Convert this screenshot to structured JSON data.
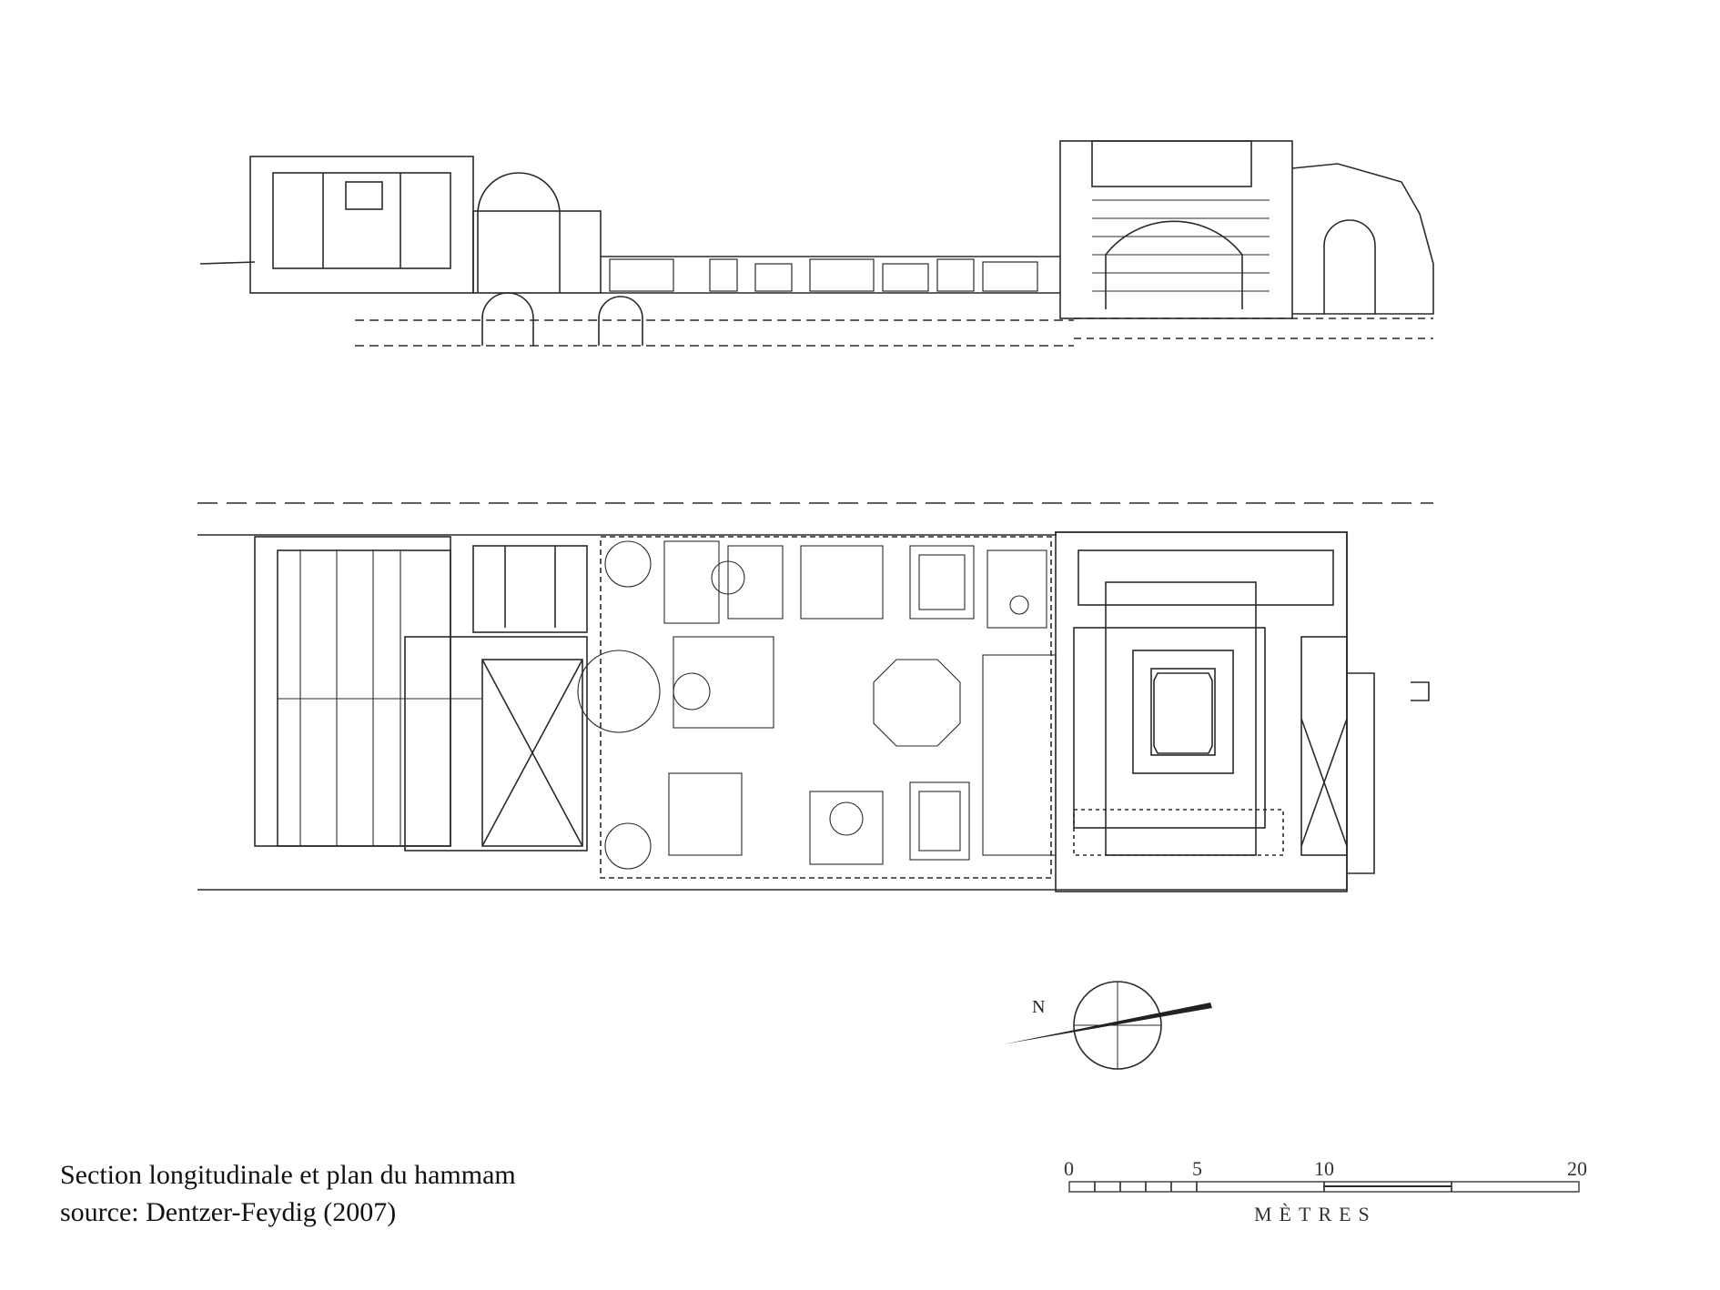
{
  "caption": {
    "line1": "Section longitudinale et plan du hammam",
    "line2": "source: Dentzer-Feydig (2007)"
  },
  "compass": {
    "label": "N"
  },
  "scale_bar": {
    "ticks": [
      "0",
      "5",
      "10",
      "20"
    ],
    "unit": "MÈTRES"
  },
  "colors": {
    "ink": "#222222",
    "paper": "#ffffff"
  }
}
